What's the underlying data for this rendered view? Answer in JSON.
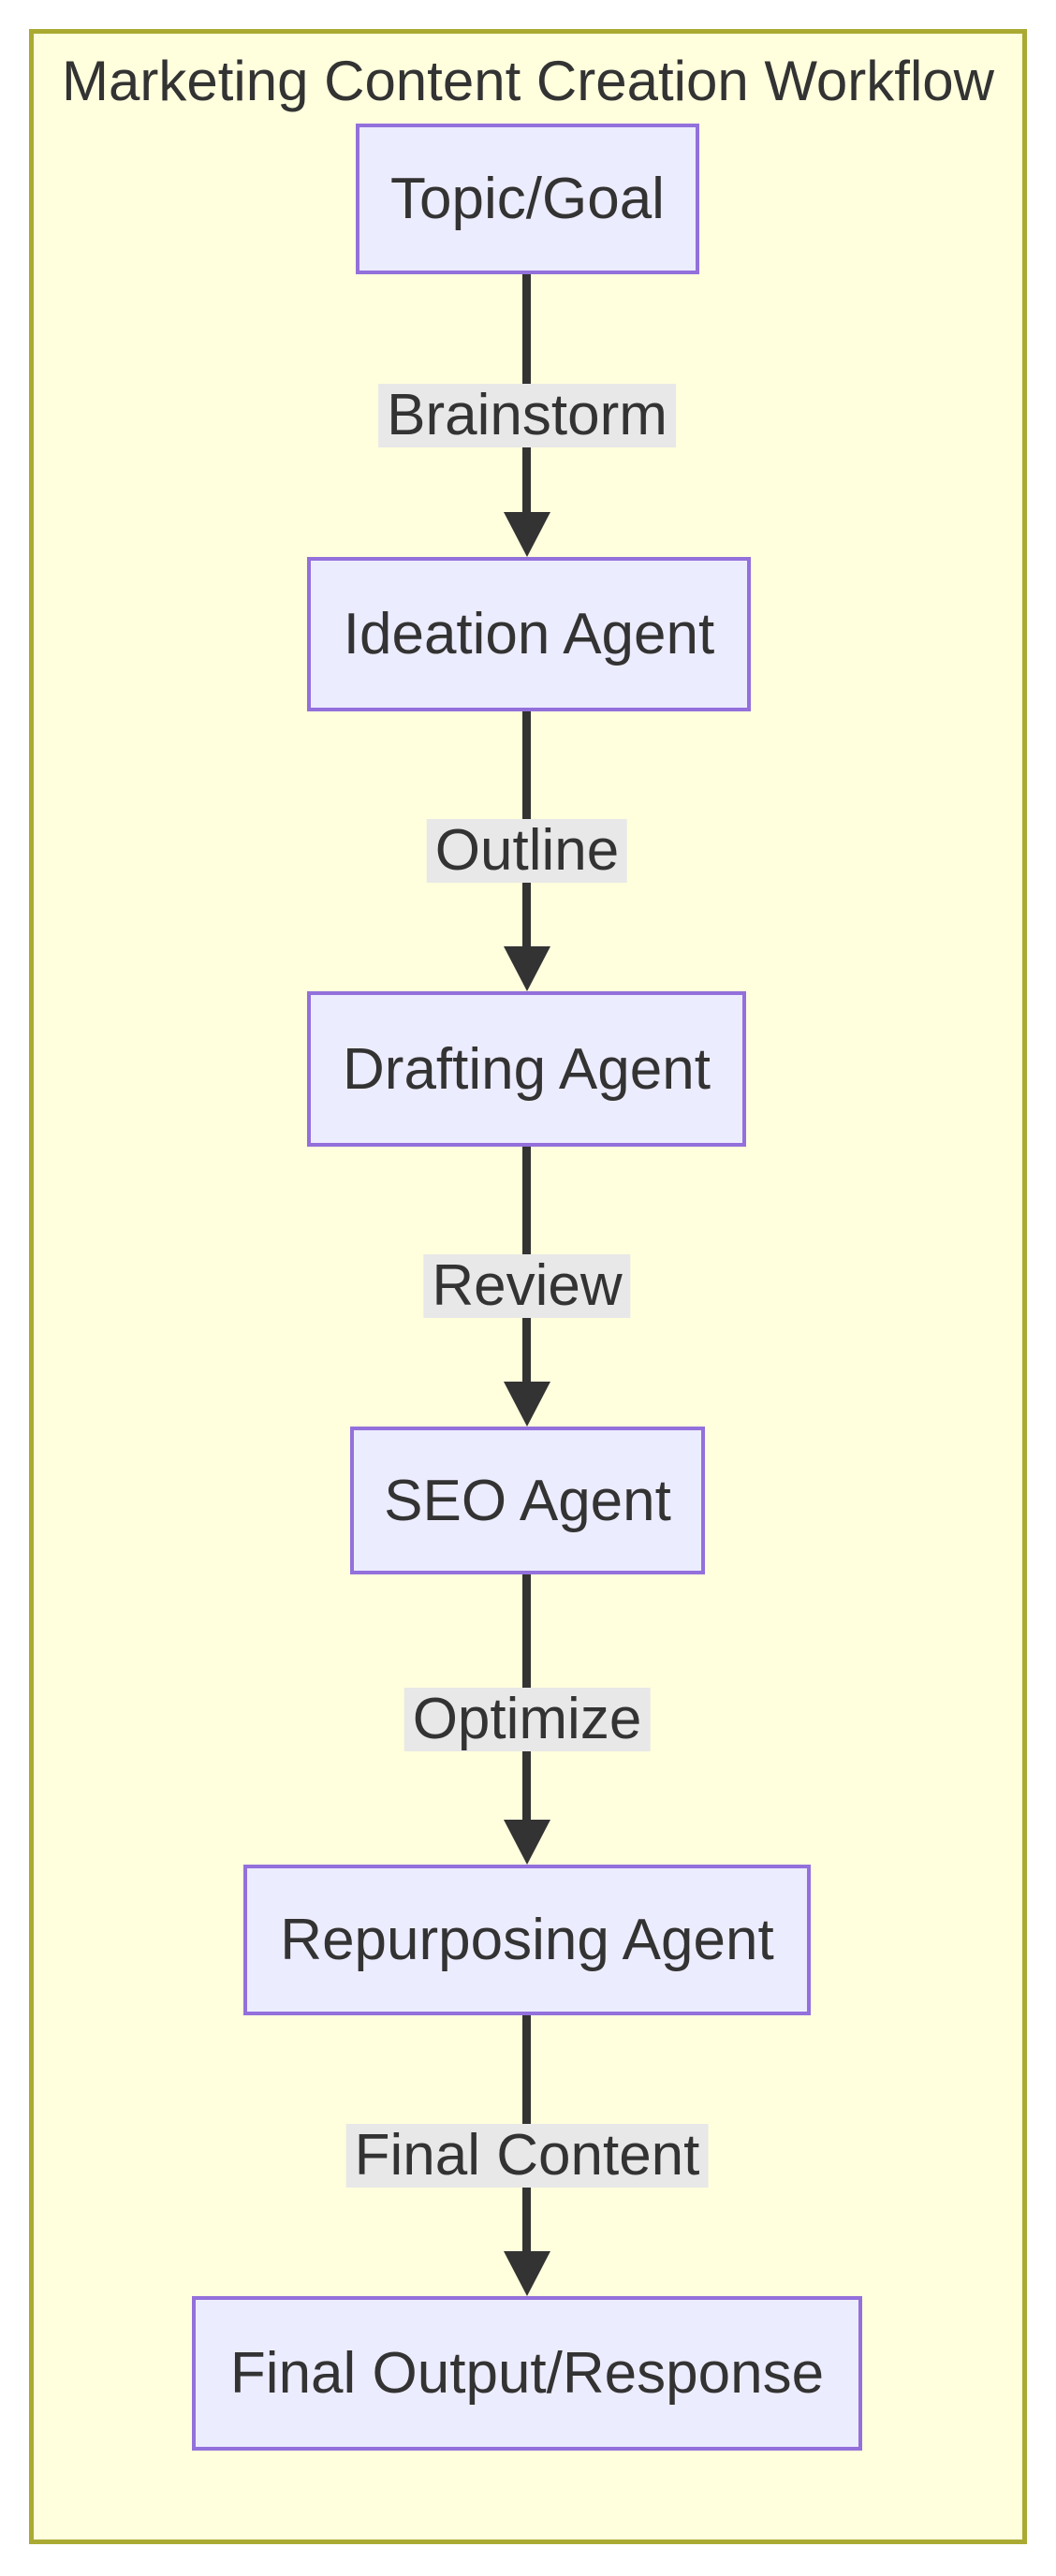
{
  "diagram": {
    "title": "Marketing Content Creation Workflow",
    "type": "flowchart-vertical",
    "nodes": [
      {
        "id": "topic",
        "label": "Topic/Goal"
      },
      {
        "id": "ideation",
        "label": "Ideation Agent"
      },
      {
        "id": "drafting",
        "label": "Drafting Agent"
      },
      {
        "id": "seo",
        "label": "SEO Agent"
      },
      {
        "id": "repurposing",
        "label": "Repurposing Agent"
      },
      {
        "id": "final",
        "label": "Final Output/Response"
      }
    ],
    "edges": [
      {
        "from": "topic",
        "to": "ideation",
        "label": "Brainstorm"
      },
      {
        "from": "ideation",
        "to": "drafting",
        "label": "Outline"
      },
      {
        "from": "drafting",
        "to": "seo",
        "label": "Review"
      },
      {
        "from": "seo",
        "to": "repurposing",
        "label": "Optimize"
      },
      {
        "from": "repurposing",
        "to": "final",
        "label": "Final Content"
      }
    ],
    "colors": {
      "node_fill": "#ececff",
      "node_border": "#9370db",
      "cluster_fill": "#ffffde",
      "cluster_border": "#aaaa33",
      "edge": "#333333",
      "edge_label_bg": "#e8e8e8",
      "text": "#333333"
    }
  }
}
